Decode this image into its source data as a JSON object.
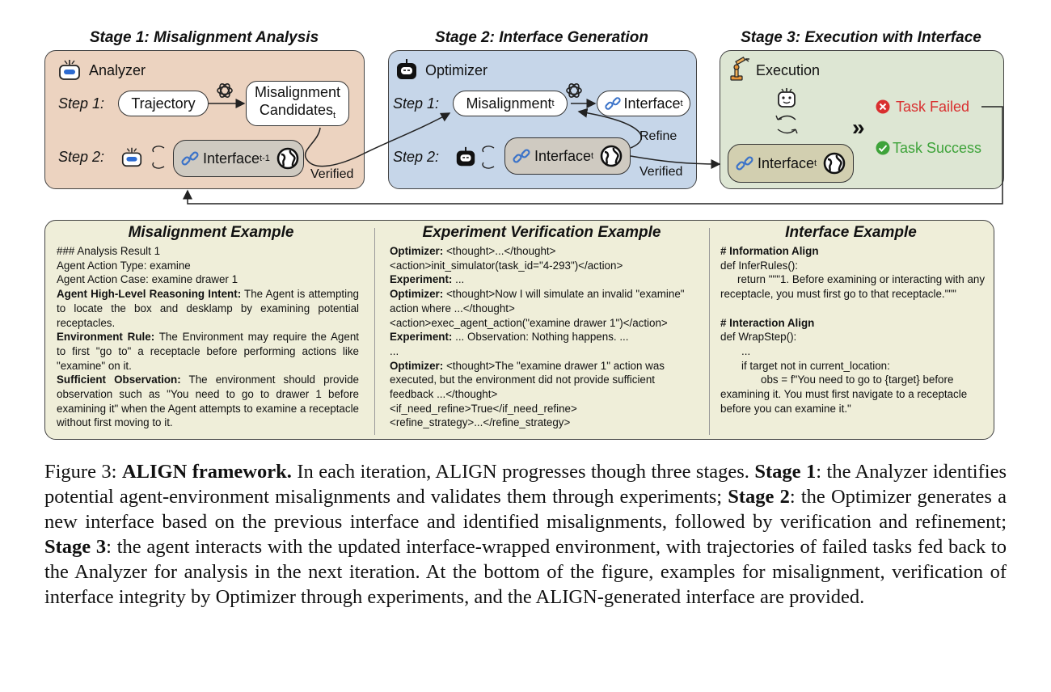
{
  "stages": {
    "s1_title": "Stage 1: Misalignment Analysis",
    "s2_title": "Stage 2: Interface Generation",
    "s3_title": "Stage 3: Execution with Interface"
  },
  "stage1": {
    "role": "Analyzer",
    "step1": "Step 1:",
    "step2": "Step 2:",
    "trajectory": "Trajectory",
    "cand_line1": "Misalignment",
    "cand_line2": "Candidates",
    "cand_sub": "t",
    "interface": "Interface",
    "interface_sub": "t-1",
    "verified": "Verified"
  },
  "stage2": {
    "role": "Optimizer",
    "step1": "Step 1:",
    "step2": "Step 2:",
    "misalignment": "Misalignment",
    "misalignment_sub": "t",
    "interface_top": "Interface",
    "interface_top_sub": "t",
    "interface": "Interface",
    "interface_sub": "t",
    "refine": "Refine",
    "verified": "Verified"
  },
  "stage3": {
    "role": "Execution",
    "interface": "Interface",
    "interface_sub": "t",
    "failed": "Task Failed",
    "success": "Task Success",
    "arrows": "»"
  },
  "examples": {
    "mis_title": "Misalignment Example",
    "mis_l1": "### Analysis Result 1",
    "mis_l2": "Agent Action Type: examine",
    "mis_l3": "Agent Action Case: examine drawer 1",
    "mis_intent_b": "Agent High-Level Reasoning Intent:",
    "mis_intent": " The Agent is attempting to locate the box and desklamp by examining potential receptacles.",
    "mis_rule_b": "Environment Rule:",
    "mis_rule": " The Environment may require the Agent to first \"go to\" a receptacle before performing actions like \"examine\" on it.",
    "mis_obs_b": "Sufficient Observation:",
    "mis_obs": " The environment should provide observation such as \"You need to go to drawer 1 before examining it\" when the Agent attempts to examine a receptacle without first moving to it.",
    "ver_title": "Experiment Verification Example",
    "ver_o1_b": "Optimizer:",
    "ver_o1": " <thought>...</thought>",
    "ver_o1b": "<action>init_simulator(task_id=\"4-293\")</action>",
    "ver_e1_b": "Experiment:",
    "ver_e1": " ...",
    "ver_o2_b": "Optimizer:",
    "ver_o2": " <thought>Now I will simulate an invalid \"examine\" action where ...</thought>",
    "ver_o2b": "<action>exec_agent_action(\"examine drawer 1\")</action>",
    "ver_e2_b": "Experiment:",
    "ver_e2": " ... Observation: Nothing happens. ...",
    "ver_dots": "...",
    "ver_o3_b": "Optimizer:",
    "ver_o3": " <thought>The \"examine drawer 1\" action was executed, but the environment did not provide sufficient feedback ...</thought>",
    "ver_l1": "<if_need_refine>True</if_need_refine>",
    "ver_l2": "<refine_strategy>...</refine_strategy>",
    "int_title": "Interface Example",
    "int_h1": "# Information Align",
    "int_d1": "def InferRules():",
    "int_r1": "return \"\"\"1. Before examining or interacting with any receptacle, you must first go to that receptacle.\"\"\"",
    "int_h2": "# Interaction Align",
    "int_d2": "def WrapStep():",
    "int_dots": "...",
    "int_if": "if target not in current_location:",
    "int_obs": "obs =  f\"You need to go to {target} before examining it. You must first navigate to a receptacle before you can examine it.\""
  },
  "caption": {
    "fig": "Figure 3: ",
    "name": "ALIGN framework.",
    "t1": " In each iteration, ALIGN progresses though three stages. ",
    "s1": "Stage 1",
    "t2": ": the Analyzer identifies potential agent-environment misalignments and validates them through experiments; ",
    "s2": "Stage 2",
    "t3": ":  the Optimizer generates a new interface based on the previous interface and identified misalignments, followed by verification and refinement; ",
    "s3": "Stage 3",
    "t4": ": the agent interacts with the updated interface-wrapped environment, with trajectories of failed tasks fed back to the Analyzer for analysis in the next iteration. At the bottom of the figure, examples for misalignment, verification of interface integrity by Optimizer through experiments, and the ALIGN-generated interface are provided."
  },
  "colors": {
    "stage1_bg": "#ecd3c0",
    "stage2_bg": "#c6d6e9",
    "stage3_bg": "#dde6d3",
    "examples_bg": "#efeed9",
    "failed": "#d92f2f",
    "success": "#3ea33a",
    "link_blue": "#3b73c9"
  }
}
